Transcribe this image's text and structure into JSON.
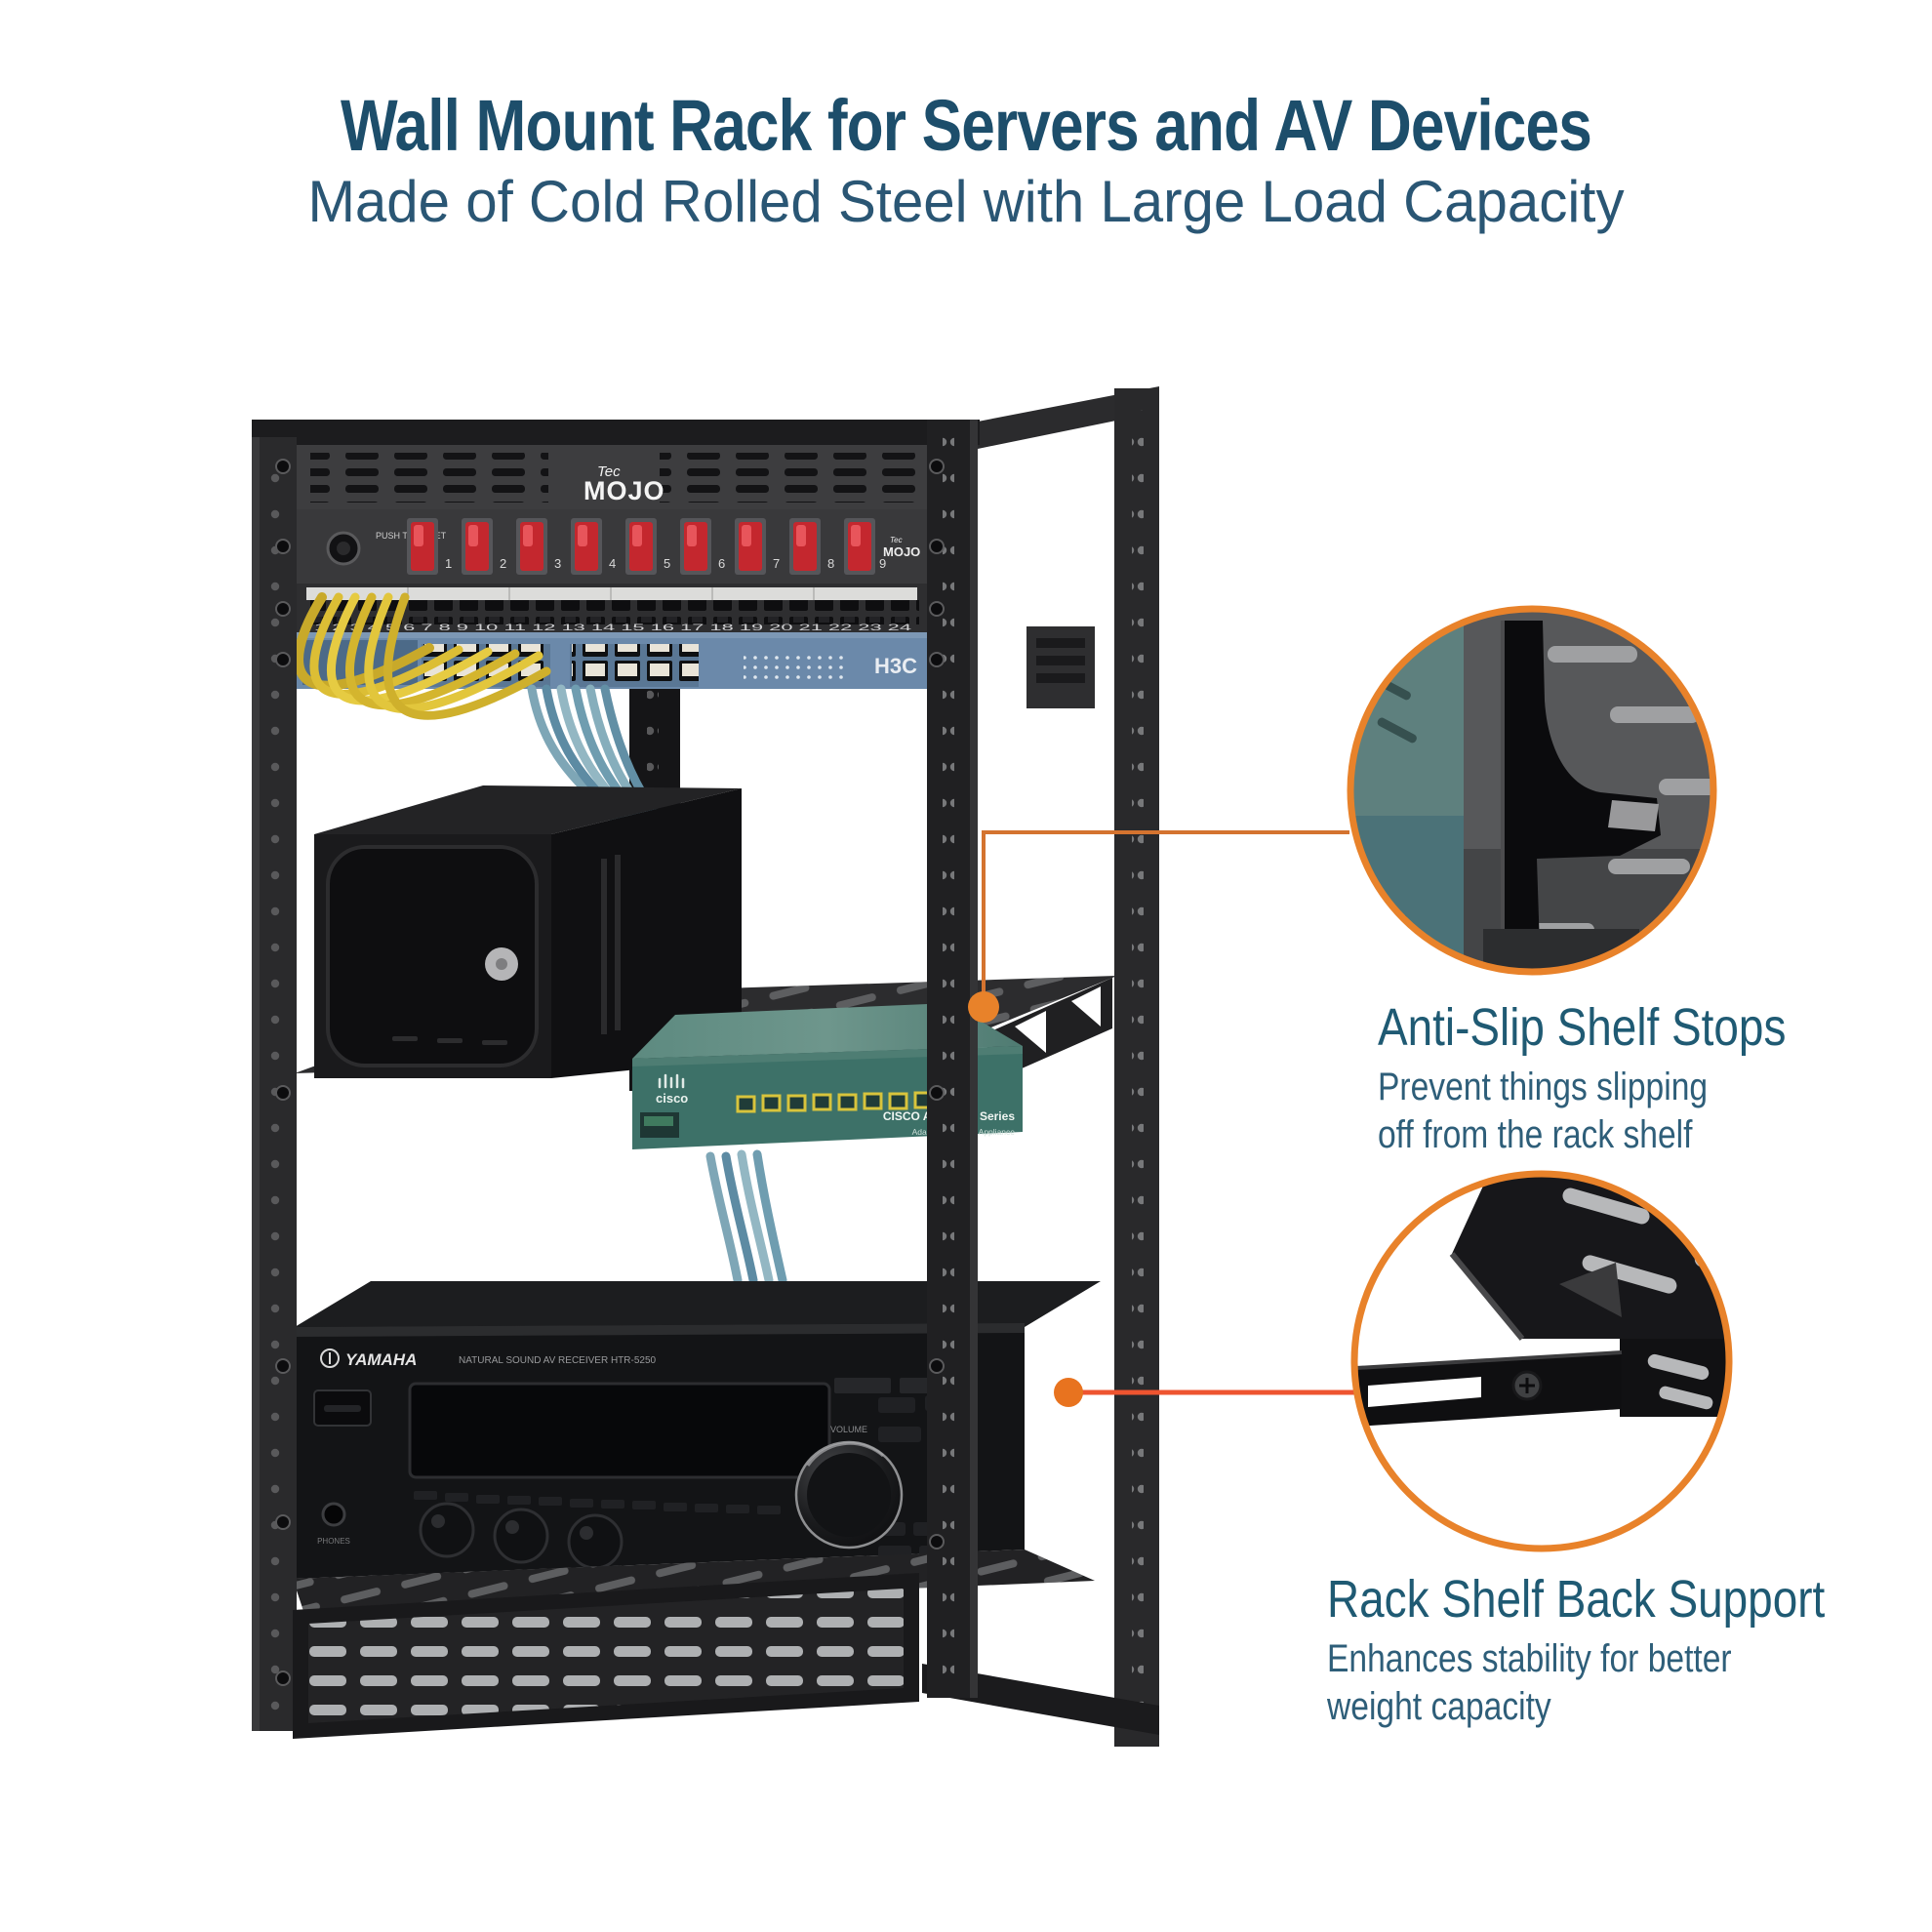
{
  "header": {
    "title": "Wall Mount Rack for Servers and AV Devices",
    "subtitle": "Made of Cold Rolled Steel with Large Load Capacity"
  },
  "callouts": {
    "shelf_stops": {
      "heading": "Anti-Slip Shelf Stops",
      "line1": "Prevent things slipping",
      "line2": "off from the rack shelf"
    },
    "back_support": {
      "heading": "Rack Shelf Back Support",
      "line1": "Enhances stability for better",
      "line2": "weight capacity"
    }
  },
  "rack": {
    "vent": {
      "brand_script": "Tec",
      "brand": "MOJO"
    },
    "power": {
      "reset_label": "PUSH TO RESET",
      "numbers": [
        "1",
        "2",
        "3",
        "4",
        "5",
        "6",
        "7",
        "8",
        "9"
      ],
      "brand_script": "Tec",
      "brand": "MOJO"
    },
    "patch": {
      "numbers_row": "1 2 3 4 5 6 7 8 9 10 11 12 13 14 15 16 17 18 19 20 21 22 23 24"
    },
    "switch": {
      "brand": "H3C"
    },
    "firewall": {
      "brand": "cisco",
      "model": "CISCO ASA 5505 Series",
      "tagline": "Adaptive Security Appliance"
    },
    "receiver": {
      "brand": "YAMAHA",
      "model": "NATURAL SOUND AV RECEIVER HTR-5250",
      "volume": "VOLUME",
      "phones": "PHONES"
    }
  },
  "colors": {
    "accent_orange": "#e8822a",
    "connector_top": "#d4732f",
    "connector_bottom": "#ee5430",
    "title_blue": "#1d4e6b",
    "body_blue": "#2e5e79",
    "rack_black": "#1c1c1e",
    "switch_blue": "#6b89aa",
    "cisco_teal": "#3d7168",
    "cable_yellow": "#dcbe35"
  }
}
